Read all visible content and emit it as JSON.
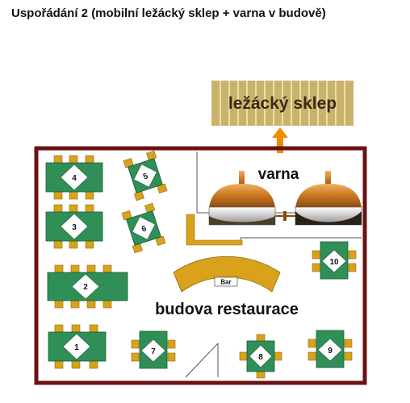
{
  "title": "Uspořádání 2 (mobilní ležácký sklep + varna v budově)",
  "labels": {
    "cellar": "ležácký sklep",
    "brewhouse": "varna",
    "restaurant": "budova restaurace",
    "bar": "Bar"
  },
  "tables": {
    "t1": "1",
    "t2": "2",
    "t3": "3",
    "t4": "4",
    "t5": "5",
    "t6": "6",
    "t7": "7",
    "t8": "8",
    "t9": "9",
    "t10": "10"
  },
  "colors": {
    "wall": "#6b1212",
    "table": "#2f8f57",
    "chair": "#d9a21a",
    "cellar": "#c9b36a",
    "arrow": "#f08c00",
    "kettle": "#c8741e"
  }
}
